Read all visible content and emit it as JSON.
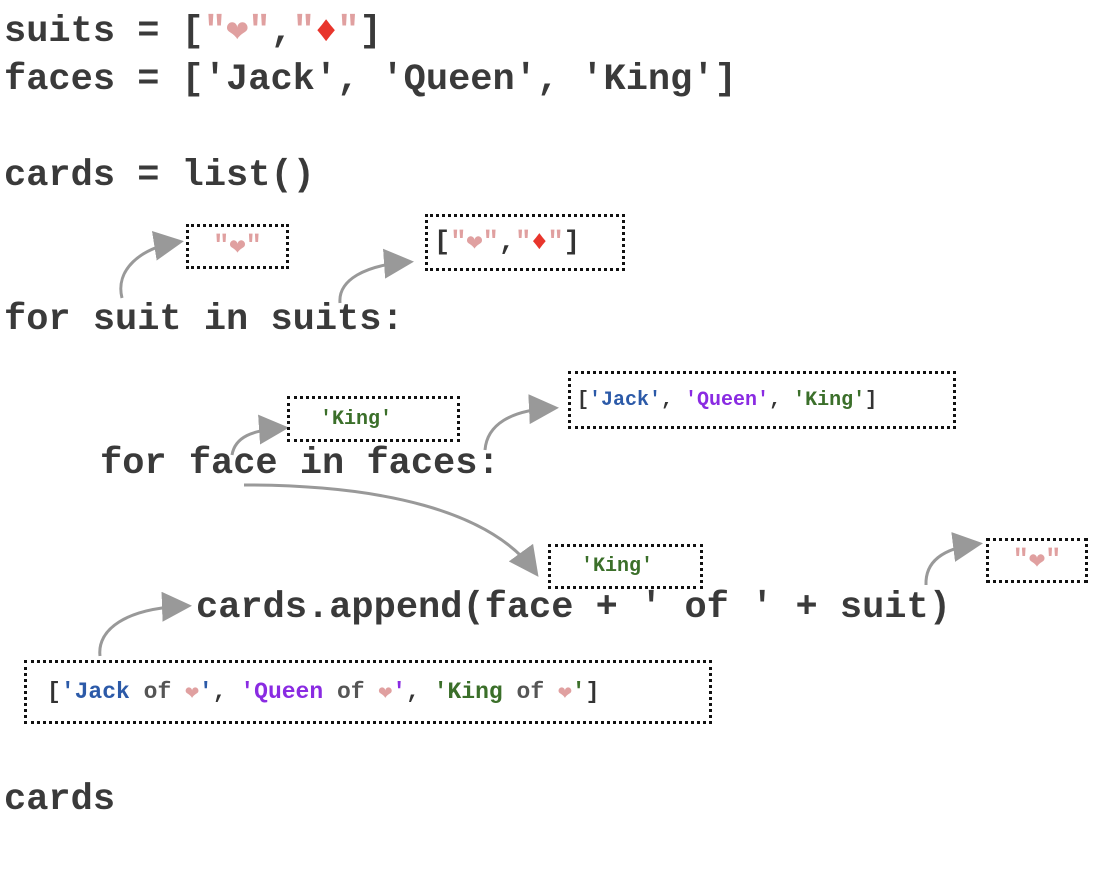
{
  "code": {
    "line_suits_prefix": "suits = [",
    "line_suits_sep": ",",
    "line_suits_suffix": "]",
    "line_faces": "faces = ['Jack', 'Queen', 'King']",
    "line_cards_init": "cards = list()",
    "line_for_suit": "for suit in suits:",
    "line_for_face": "for face in faces:",
    "line_append": "cards.append(face + ' of ' + suit)",
    "line_cards": "cards"
  },
  "glyphs": {
    "heart": "❤",
    "diamond": "♦",
    "dquote": "\""
  },
  "annotations": {
    "suit_value_heart": "❤",
    "face_value": "'King'",
    "face_value_2": "'King'",
    "suit_value_heart_2": "❤",
    "faces_list": {
      "open": "[",
      "close": "]",
      "comma": ", ",
      "jack": "'Jack'",
      "queen": "'Queen'",
      "king": "'King'"
    },
    "result": {
      "open": "[",
      "close": "]",
      "sep": ", ",
      "of": "of",
      "items": [
        "'Jack",
        "'Queen",
        "'King"
      ],
      "item_suffix": "'"
    }
  },
  "colors": {
    "heart": "#e0a0a0",
    "diamond": "#e8352c",
    "jack": "#2c5aa8",
    "queen": "#8a2be2",
    "king": "#3b6f2a",
    "arrow": "#999999"
  }
}
